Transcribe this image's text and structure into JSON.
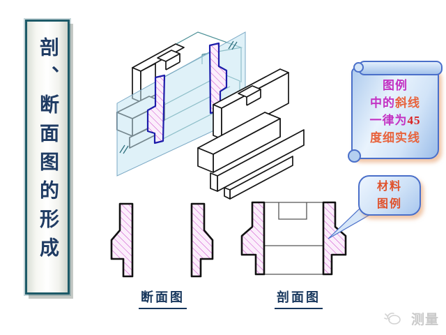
{
  "slide": {
    "title_bar": {
      "text": "剖、断面图的形成"
    },
    "labels": {
      "duanmiantu": "断面图",
      "poumiantu": "剖面图"
    },
    "callout_hatch_note": {
      "plain_text": "图例中的斜线一律为45度细实线",
      "segments": [
        {
          "text": "图例",
          "color": "#c333c3"
        },
        {
          "text": "中的",
          "color": "#c333c3"
        },
        {
          "text": "斜线",
          "color": "#e8633c"
        },
        {
          "text": "一律为",
          "color": "#c333c3"
        },
        {
          "text": "45",
          "color": "#d92121"
        },
        {
          "text": "度细实线",
          "color": "#e8633c"
        }
      ]
    },
    "callout_material": {
      "plain_text": "材料图例",
      "line1": "材料",
      "line2": "图例",
      "color": "#e0512b"
    },
    "watermark": {
      "text": "测量",
      "icon": "hand-logo-icon"
    },
    "colors": {
      "title_text": "#1f3b63",
      "title_border": "#1d5a68",
      "label_text": "#16365c",
      "callout_border": "#4a6fc9",
      "callout_bg": "#cfe2f8",
      "cutting_plane_fill": "#d8eef6",
      "cut_outline_blue": "#1c1caa",
      "hatch_magenta": "#cc44cc",
      "hatch_fill": "#fbeefb",
      "part_line_black": "#141414",
      "hidden_line_teal": "#4a8f96",
      "pointer_blue": "#4a6fc9"
    }
  }
}
